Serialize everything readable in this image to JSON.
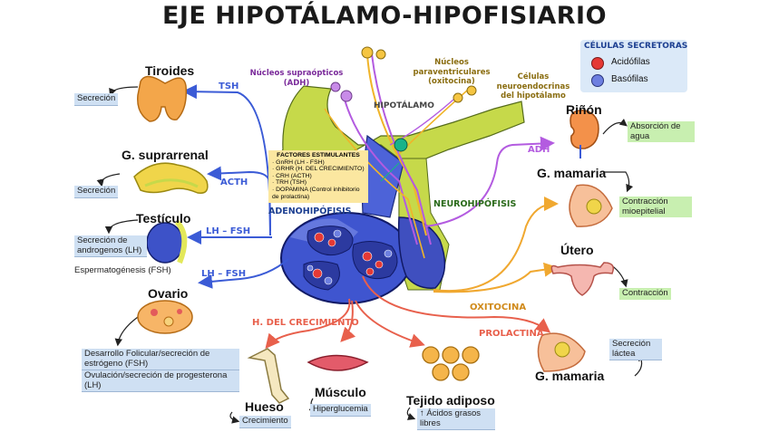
{
  "title": "EJE HIPOTÁLAMO-HIPOFISIARIO",
  "legend": {
    "title": "CÉLULAS SECRETORAS",
    "items": [
      {
        "label": "Acidófilas",
        "color": "#e53935"
      },
      {
        "label": "Basófilas",
        "color": "#6d7fe0"
      }
    ]
  },
  "hypothalamus": {
    "label": "HIPOTÁLAMO",
    "supraoptic": "Núcleos supraópticos (ADH)",
    "paraventricular": "Núcleos paraventriculares (oxitocina)",
    "neuroendocrine": "Células neuroendocrinas del hipotálamo"
  },
  "factors": {
    "title": "FACTORES ESTIMULANTES",
    "items": [
      "· GnRH (LH - FSH)",
      "· GRHR (H. DEL CRECIMIENTO)",
      "· CRH (ACTH)",
      "· TRH (TSH)",
      "· DOPAMINA (Control inhibitorio de prolactina)"
    ]
  },
  "adenohipofisis": "ADENOHIPÓFISIS",
  "neurohipofisis": "NEUROHIPÓFISIS",
  "hormones": {
    "tsh": "TSH",
    "acth": "ACTH",
    "lh_fsh_1": "LH – FSH",
    "lh_fsh_2": "LH – FSH",
    "adh": "ADH",
    "oxitocina": "OXITOCINA",
    "gh": "H. DEL CRECIMIENTO",
    "prolactina": "PROLACTINA"
  },
  "organs": {
    "tiroides": {
      "name": "Tiroides",
      "effect": "Secreción"
    },
    "suprarrenal": {
      "name": "G. suprarrenal",
      "effect": "Secreción"
    },
    "testiculo": {
      "name": "Testículo",
      "effect1": "Secreción de androgenos (LH)",
      "effect2": "Espermatogénesis (FSH)"
    },
    "ovario": {
      "name": "Ovario",
      "effect1": "Desarrollo Folicular/secreción de estrógeno (FSH)",
      "effect2": "Ovulación/secreción de progesterona (LH)"
    },
    "rinon": {
      "name": "Riñón",
      "effect": "Absorción de agua"
    },
    "mamaria1": {
      "name": "G. mamaria",
      "effect": "Contracción mioepitelial"
    },
    "utero": {
      "name": "Útero",
      "effect": "Contracción"
    },
    "mamaria2": {
      "name": "G. mamaria",
      "effect": "Secreción láctea"
    },
    "hueso": {
      "name": "Hueso",
      "effect": "Crecimiento"
    },
    "musculo": {
      "name": "Músculo",
      "effect": "Hiperglucemia"
    },
    "adiposo": {
      "name": "Tejido adiposo",
      "effect": "↑ Ácidos grasos libres"
    }
  }
}
